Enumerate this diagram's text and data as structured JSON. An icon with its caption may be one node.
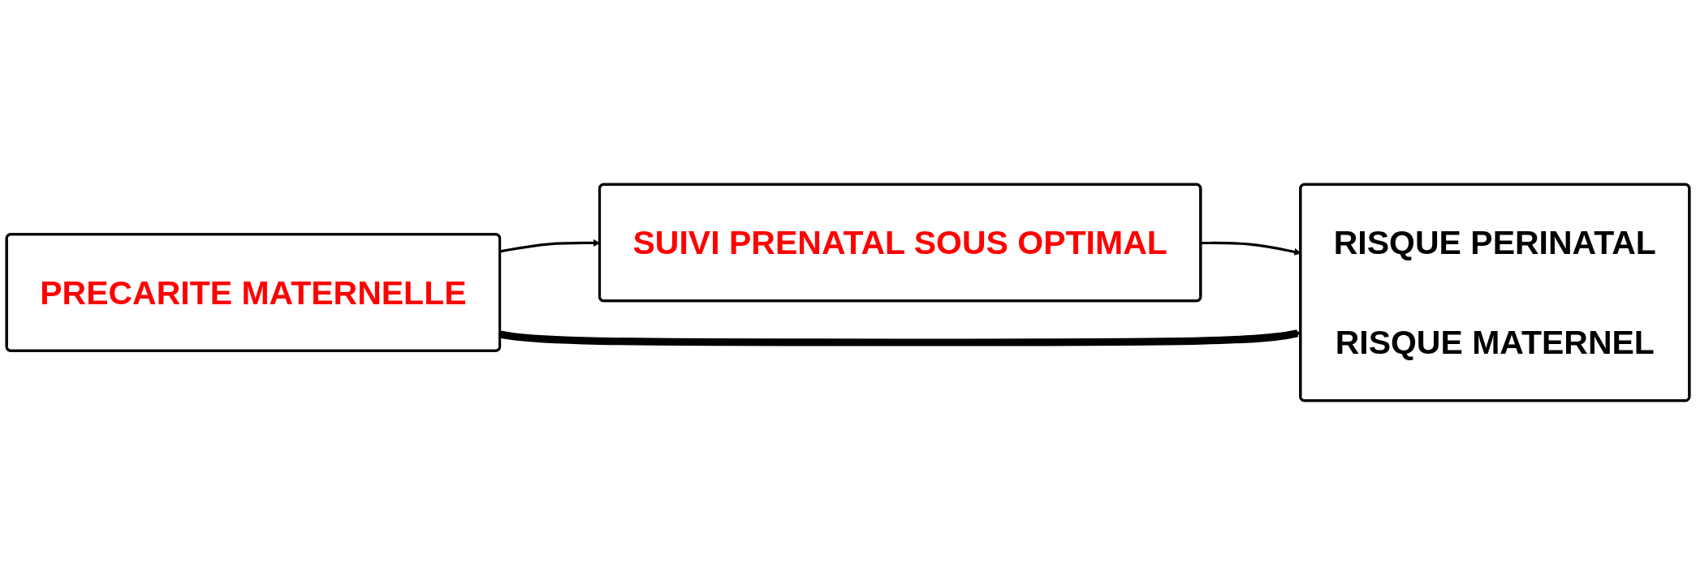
{
  "diagram": {
    "nodes": [
      {
        "text": [
          "PRECARITE MATERNELLE"
        ]
      },
      {
        "text": [
          "SUIVI PRENATAL SOUS OPTIMAL"
        ]
      },
      {
        "text": [
          "RISQUE PERINATAL",
          "RISQUE MATERNEL"
        ]
      }
    ],
    "edges": [
      {
        "from": 0,
        "to": 1,
        "arrow": "to"
      },
      {
        "from": 1,
        "to": 2,
        "arrow": "to"
      },
      {
        "from": 0,
        "to": 2,
        "arrow": "to",
        "style": "thick"
      }
    ]
  }
}
